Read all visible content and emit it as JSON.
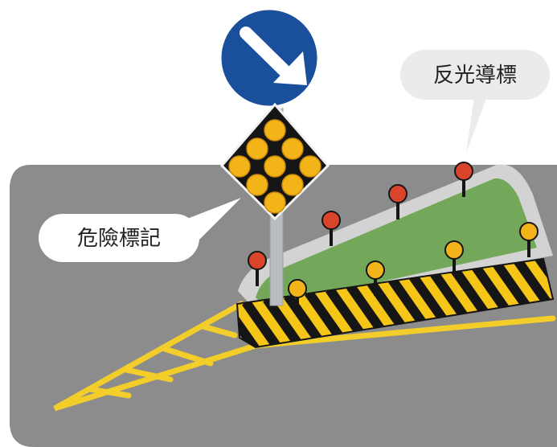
{
  "callouts": {
    "delineator": "反光導標",
    "hazard_marker": "危險標記"
  },
  "colors": {
    "road": "#8c8c8c",
    "island_green": "#73a85a",
    "curb_grey": "#d3d3d3",
    "hazard_yellow": "#f5c518",
    "hazard_black": "#151515",
    "keep_right_sign_blue": "#1a4f9c",
    "marker_red": "#d9442b",
    "marker_yellow": "#f2b418",
    "road_marking_yellow": "#f3cd2a",
    "callout_bubble": "#ebebeb"
  },
  "icons": [
    "keep-right-arrow-sign",
    "hazard-marker-sign",
    "reflective-delineator"
  ]
}
